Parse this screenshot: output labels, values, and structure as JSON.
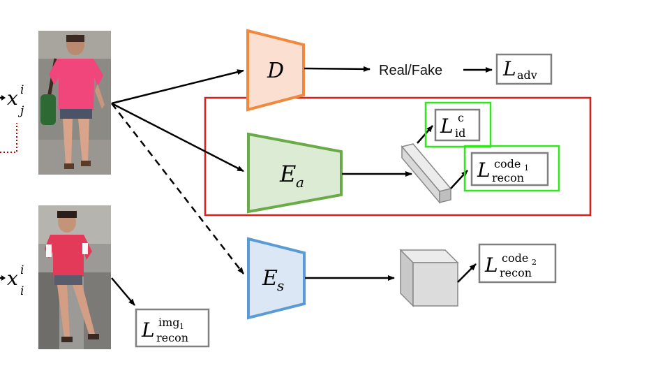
{
  "inputs": {
    "xj": {
      "base": "x",
      "sup": "i",
      "sub": "j"
    },
    "xi": {
      "base": "x",
      "sup": "i",
      "sub": "i"
    }
  },
  "modules": {
    "discriminator": {
      "base": "D",
      "sub": "",
      "color": "#f0883e",
      "fill": "#fbe0d2"
    },
    "appearance_encoder": {
      "base": "E",
      "sub": "a",
      "color": "#6aaa48",
      "fill": "#dcebd4"
    },
    "structure_encoder": {
      "base": "E",
      "sub": "s",
      "color": "#5b9bd5",
      "fill": "#dbe7f4"
    }
  },
  "labels": {
    "real_fake": "Real/Fake"
  },
  "losses": {
    "adv": {
      "base": "L",
      "sup": "",
      "sub": "adv"
    },
    "id": {
      "base": "L",
      "sup": "c",
      "sub": "id"
    },
    "recon_code1": {
      "base": "L",
      "sup": "code",
      "sup_sub": "1",
      "sub": "recon"
    },
    "recon_code2": {
      "base": "L",
      "sup": "code",
      "sup_sub": "2",
      "sub": "recon"
    },
    "recon_img1": {
      "base": "L",
      "sup": "img",
      "sup_sub": "1",
      "sub": "recon"
    }
  },
  "colors": {
    "highlight_red": "#d9201a",
    "highlight_green": "#2ee81a",
    "box_gray": "#7f7f7f",
    "feature_gray": "#d9d9d9"
  }
}
